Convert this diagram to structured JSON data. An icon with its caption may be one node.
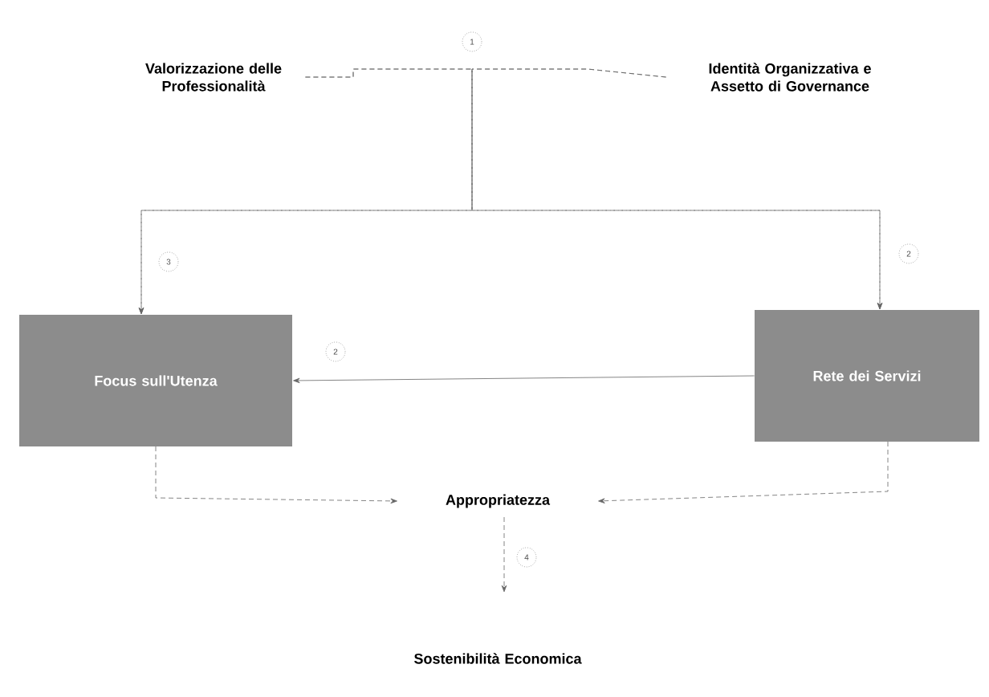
{
  "diagram": {
    "nodes": [
      {
        "text": [
          "Valorizzazione delle Professionalità"
        ]
      },
      {
        "text": [
          "Identità Organizzativa e Assetto di Governance"
        ]
      },
      {
        "text": [
          "Focus sull'Utenza"
        ]
      },
      {
        "text": [
          "Rete dei Servizi"
        ]
      },
      {
        "text": [
          "Appropriatezza"
        ]
      },
      {
        "text": [
          "Sostenibilità Economica"
        ]
      }
    ],
    "edges": [
      {
        "from": 0,
        "to": 2,
        "arrow": "to",
        "style": "dashed"
      },
      {
        "from": 0,
        "to": 3,
        "arrow": "to",
        "style": "dashed"
      },
      {
        "from": 1,
        "to": 2,
        "arrow": "to",
        "style": "dashed"
      },
      {
        "from": 1,
        "to": 3,
        "arrow": "to",
        "style": "dashed"
      },
      {
        "from": 3,
        "to": 2,
        "arrow": "to"
      },
      {
        "from": 2,
        "to": 4,
        "arrow": "to",
        "style": "dashed"
      },
      {
        "from": 3,
        "to": 4,
        "arrow": "to",
        "style": "dashed"
      },
      {
        "from": 4,
        "to": 5,
        "arrow": "to",
        "style": "dashed"
      }
    ],
    "labels": [
      "1",
      "3",
      "2",
      "2",
      "4"
    ]
  }
}
